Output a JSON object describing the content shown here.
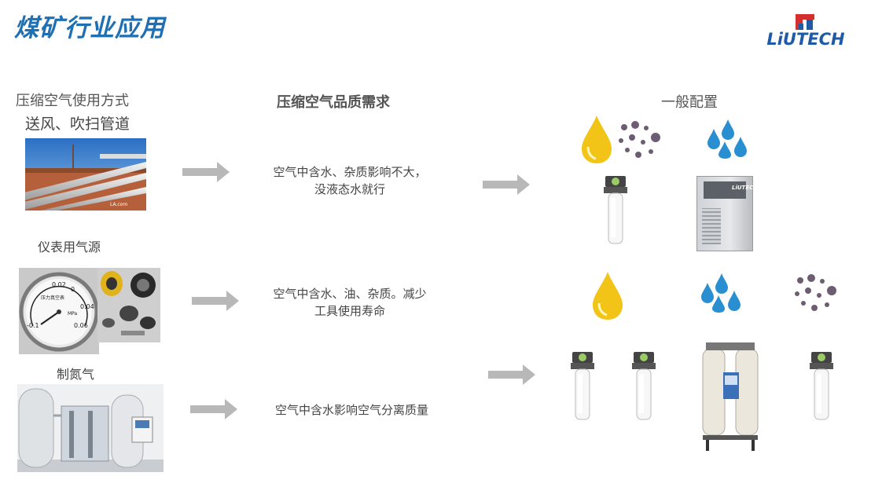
{
  "page": {
    "title": "煤矿行业应用",
    "logo_text": "LiUTECH"
  },
  "headers": {
    "usage": "压缩空气使用方式",
    "quality": "压缩空气品质需求",
    "config": "一般配置"
  },
  "rows": [
    {
      "usage_label": "送风、吹扫管道",
      "quality_line1": "空气中含水、杂质影响不大，",
      "quality_line2": "没液态水就行",
      "photo_caption": "LA.com"
    },
    {
      "usage_label": "仪表用气源",
      "quality_line1": "空气中含水、油、杂质。减少",
      "quality_line2": "工具使用寿命",
      "gauge_labels": [
        "0.02",
        "0",
        "0.04",
        "0.06",
        "-0.1",
        "压力真空表",
        "MPa"
      ]
    },
    {
      "usage_label": "制氮气",
      "quality_line1": "空气中含水影响空气分离质量"
    }
  ],
  "dryer_brand": "LiUTECH",
  "colors": {
    "title": "#1f6fb3",
    "oil": "#f2c418",
    "water": "#2a8fd0",
    "particle": "#6c5d72",
    "arrow": "#b8b8b8"
  },
  "icons": [
    "oil-drop-icon",
    "particle-dots-icon",
    "water-drops-icon",
    "arrow-right-icon"
  ]
}
